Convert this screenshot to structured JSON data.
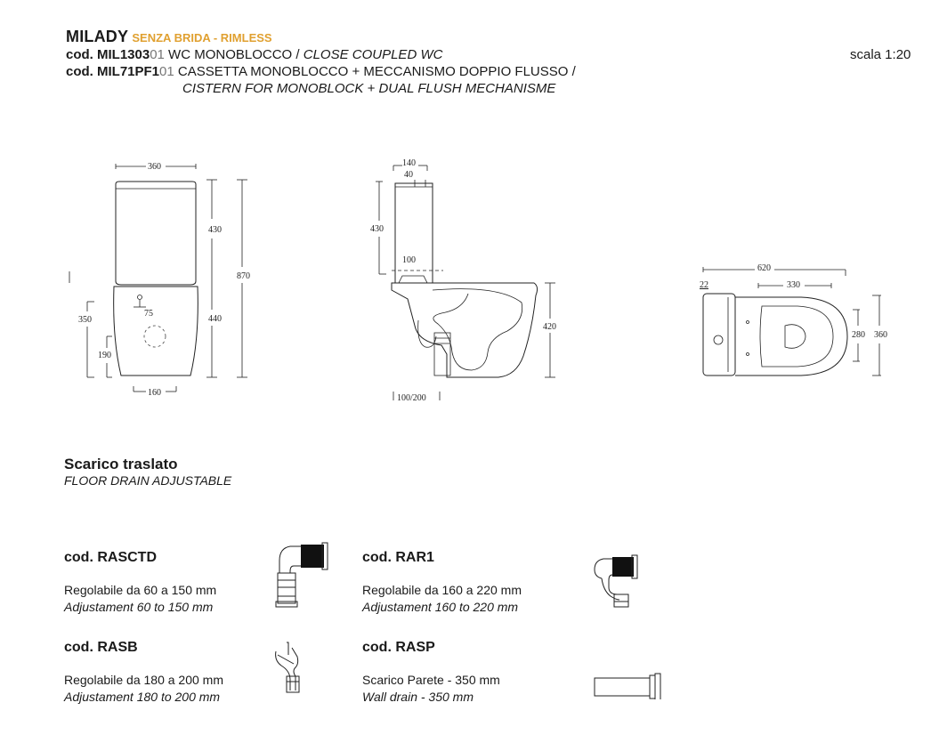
{
  "header": {
    "model": "MILADY",
    "model_sub": "SENZA BRIDA - RIMLESS",
    "line1_prefix": "cod. MIL1303",
    "line1_suffix": "01",
    "line1_text": " WC MONOBLOCCO / ",
    "line1_italic": "CLOSE COUPLED WC",
    "line2_prefix": "cod. MIL71PF1",
    "line2_suffix": "01",
    "line2_text": " CASSETTA MONOBLOCCO + MECCANISMO DOPPIO FLUSSO /",
    "line3_italic": "CISTERN FOR MONOBLOCK + DUAL FLUSH MECHANISME",
    "scale": "scala 1:20"
  },
  "front_view": {
    "dims": {
      "width": "360",
      "tank_height": "430",
      "bowl_height": "440",
      "total_height": "870",
      "side_350": "350",
      "side_190": "190",
      "hole_75": "75",
      "base_160": "160"
    }
  },
  "side_view": {
    "dims": {
      "top_140": "140",
      "top_40": "40",
      "tank_430": "430",
      "flush_100": "100",
      "bowl_420": "420",
      "drain_offset": "100/200"
    }
  },
  "top_view": {
    "dims": {
      "length_620": "620",
      "seat_330": "330",
      "offset_22": "22",
      "width_280": "280",
      "width_360": "360"
    }
  },
  "drain_section": {
    "title": "Scarico traslato",
    "subtitle": "FLOOR DRAIN ADJUSTABLE"
  },
  "products": [
    {
      "code": "cod. RASCTD",
      "line_it": "Regolabile da 60 a 150 mm",
      "line_en": "Adjustament 60 to 150 mm",
      "icon": "trap-bend-connector-icon"
    },
    {
      "code": "cod. RAR1",
      "line_it": "Regolabile da 160 a 220 mm",
      "line_en": "Adjustament 160 to 220 mm",
      "icon": "offset-connector-icon"
    },
    {
      "code": "cod. RASB",
      "line_it": "Regolabile da 180 a 200 mm",
      "line_en": "Adjustament 180 to 200 mm",
      "icon": "s-trap-connector-icon"
    },
    {
      "code": "cod. RASP",
      "line_it": "Scarico Parete - 350 mm",
      "line_en": "Wall drain - 350 mm",
      "icon": "wall-drain-pipe-icon"
    }
  ]
}
